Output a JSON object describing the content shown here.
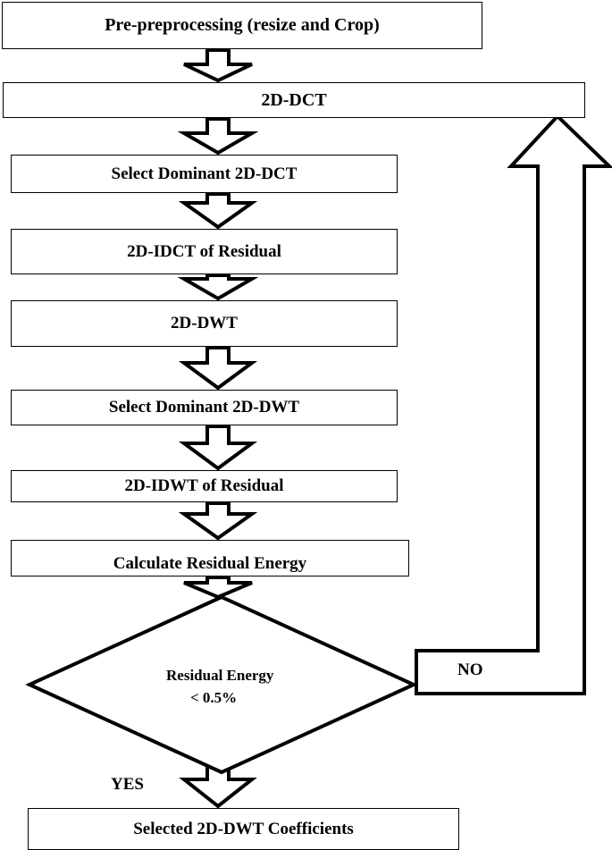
{
  "steps": {
    "preprocessing": "Pre-preprocessing (resize and Crop)",
    "dct": "2D-DCT",
    "select_dct": "Select Dominant 2D-DCT",
    "idct_residual": "2D-IDCT of Residual",
    "dwt": "2D-DWT",
    "select_dwt": "Select Dominant 2D-DWT",
    "idwt_residual": "2D-IDWT of Residual",
    "calc_energy": "Calculate Residual Energy",
    "output": "Selected 2D-DWT Coefficients"
  },
  "decision": {
    "line1": "Residual Energy",
    "line2": "< 0.5%"
  },
  "branches": {
    "no": "NO",
    "yes": "YES"
  },
  "colors": {
    "stroke": "#000000",
    "fill": "#ffffff"
  }
}
